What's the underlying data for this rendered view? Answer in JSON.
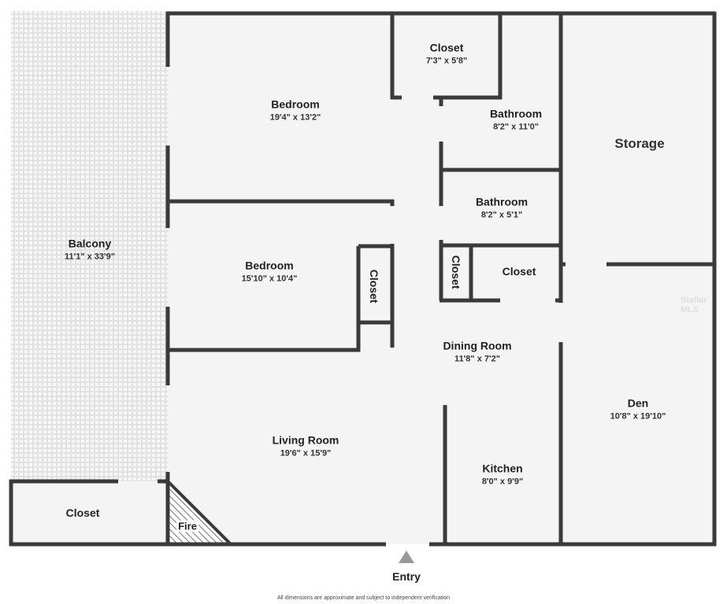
{
  "rooms": {
    "bedroom1": {
      "name": "Bedroom",
      "dims": "19'4\" x 13'2\""
    },
    "closet_top": {
      "name": "Closet",
      "dims": "7'3\" x 5'8\""
    },
    "bathroom1": {
      "name": "Bathroom",
      "dims": "8'2\" x 11'0\""
    },
    "storage": {
      "name": "Storage"
    },
    "bathroom2": {
      "name": "Bathroom",
      "dims": "8'2\" x 5'1\""
    },
    "balcony": {
      "name": "Balcony",
      "dims": "11'1\" x 33'9\""
    },
    "bedroom2": {
      "name": "Bedroom",
      "dims": "15'10\" x 10'4\""
    },
    "closet_bed2": {
      "name": "Closet"
    },
    "closet_small": {
      "name": "Closet"
    },
    "closet_mid": {
      "name": "Closet"
    },
    "dining": {
      "name": "Dining Room",
      "dims": "11'8\" x 7'2\""
    },
    "den": {
      "name": "Den",
      "dims": "10'8\" x 19'10\""
    },
    "living": {
      "name": "Living Room",
      "dims": "19'6\" x 15'9\""
    },
    "kitchen": {
      "name": "Kitchen",
      "dims": "8'0\" x 9'9\""
    },
    "closet_bottom": {
      "name": "Closet"
    },
    "fire": {
      "name": "Fire"
    }
  },
  "entry": "Entry",
  "footer": "All dimensions are approximate and subject to independent verification",
  "watermark": "Stellar MLS",
  "colors": {
    "wall": "#3a3a3a",
    "floor": "#f4f4f4"
  }
}
